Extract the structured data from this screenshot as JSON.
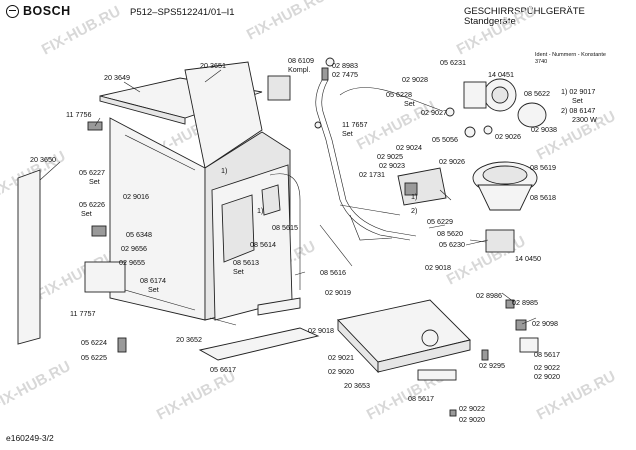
{
  "header": {
    "brand": "BOSCH",
    "model": "P512–SPS512241/01–I1",
    "category": "GESCHIRRSPÜHLGERÄTE",
    "subtype": "Standgeräte"
  },
  "ident": {
    "title": "Ident - Nummern - Konstante",
    "value": "3740"
  },
  "legend": {
    "item1": "1) 02 9017",
    "item1b": "Set",
    "item2": "2) 08 6147",
    "item2b": "2300 W"
  },
  "footer": {
    "code": "e160249-3/2"
  },
  "watermark": "FIX-HUB.RU",
  "parts": {
    "p1": "20 3651",
    "p2": "20 3649",
    "p3": "11 7756",
    "p4": "20 3650",
    "p5": "05 6227",
    "p6": "Set",
    "p7": "05 6226",
    "p8": "Set",
    "p9": "02 9016",
    "p10": "05 6348",
    "p11": "02 9656",
    "p12": "02 9655",
    "p13": "08 6174",
    "p14": "Set",
    "p15": "11 7757",
    "p16": "05 6224",
    "p17": "05 6225",
    "p18": "20 3652",
    "p19": "05 6617",
    "p20": "08 5616",
    "p21": "08 5613",
    "p22": "Set",
    "p23": "08 5614",
    "p24": "08 5615",
    "p25": "08 6109",
    "p26": "Kompl.",
    "p27": "02 8983",
    "p28": "02 7475",
    "p29": "05 6228",
    "p30": "Set",
    "p31": "11 7657",
    "p32": "Set",
    "p33": "05 6231",
    "p34": "02 9028",
    "p35": "14 0451",
    "p36": "08 5622",
    "p37": "02 9027",
    "p38": "02 9026",
    "p39": "02 9038",
    "p40": "05 5056",
    "p41": "02 9024",
    "p42": "02 9025",
    "p43": "02 9026",
    "p44": "02 9023",
    "p45": "02 1731",
    "p46": "08 5619",
    "p47": "08 5618",
    "p48": "05 6229",
    "p49": "08 5620",
    "p50": "05 6230",
    "p51": "14 0450",
    "p52": "02 9018",
    "p53": "02 9019",
    "p54": "02 9018",
    "p55": "02 8986",
    "p56": "02 8985",
    "p57": "02 9098",
    "p58": "02 9021",
    "p59": "02 9020",
    "p60": "20 3653",
    "p61": "08 5617",
    "p62": "02 9295",
    "p63": "02 9022",
    "p64": "02 9020",
    "p65": "08 5617",
    "p66": "02 9022",
    "p67": "02 9020",
    "m1": "1)",
    "m2": "1)",
    "m3": "2)",
    "m4": "1)"
  }
}
